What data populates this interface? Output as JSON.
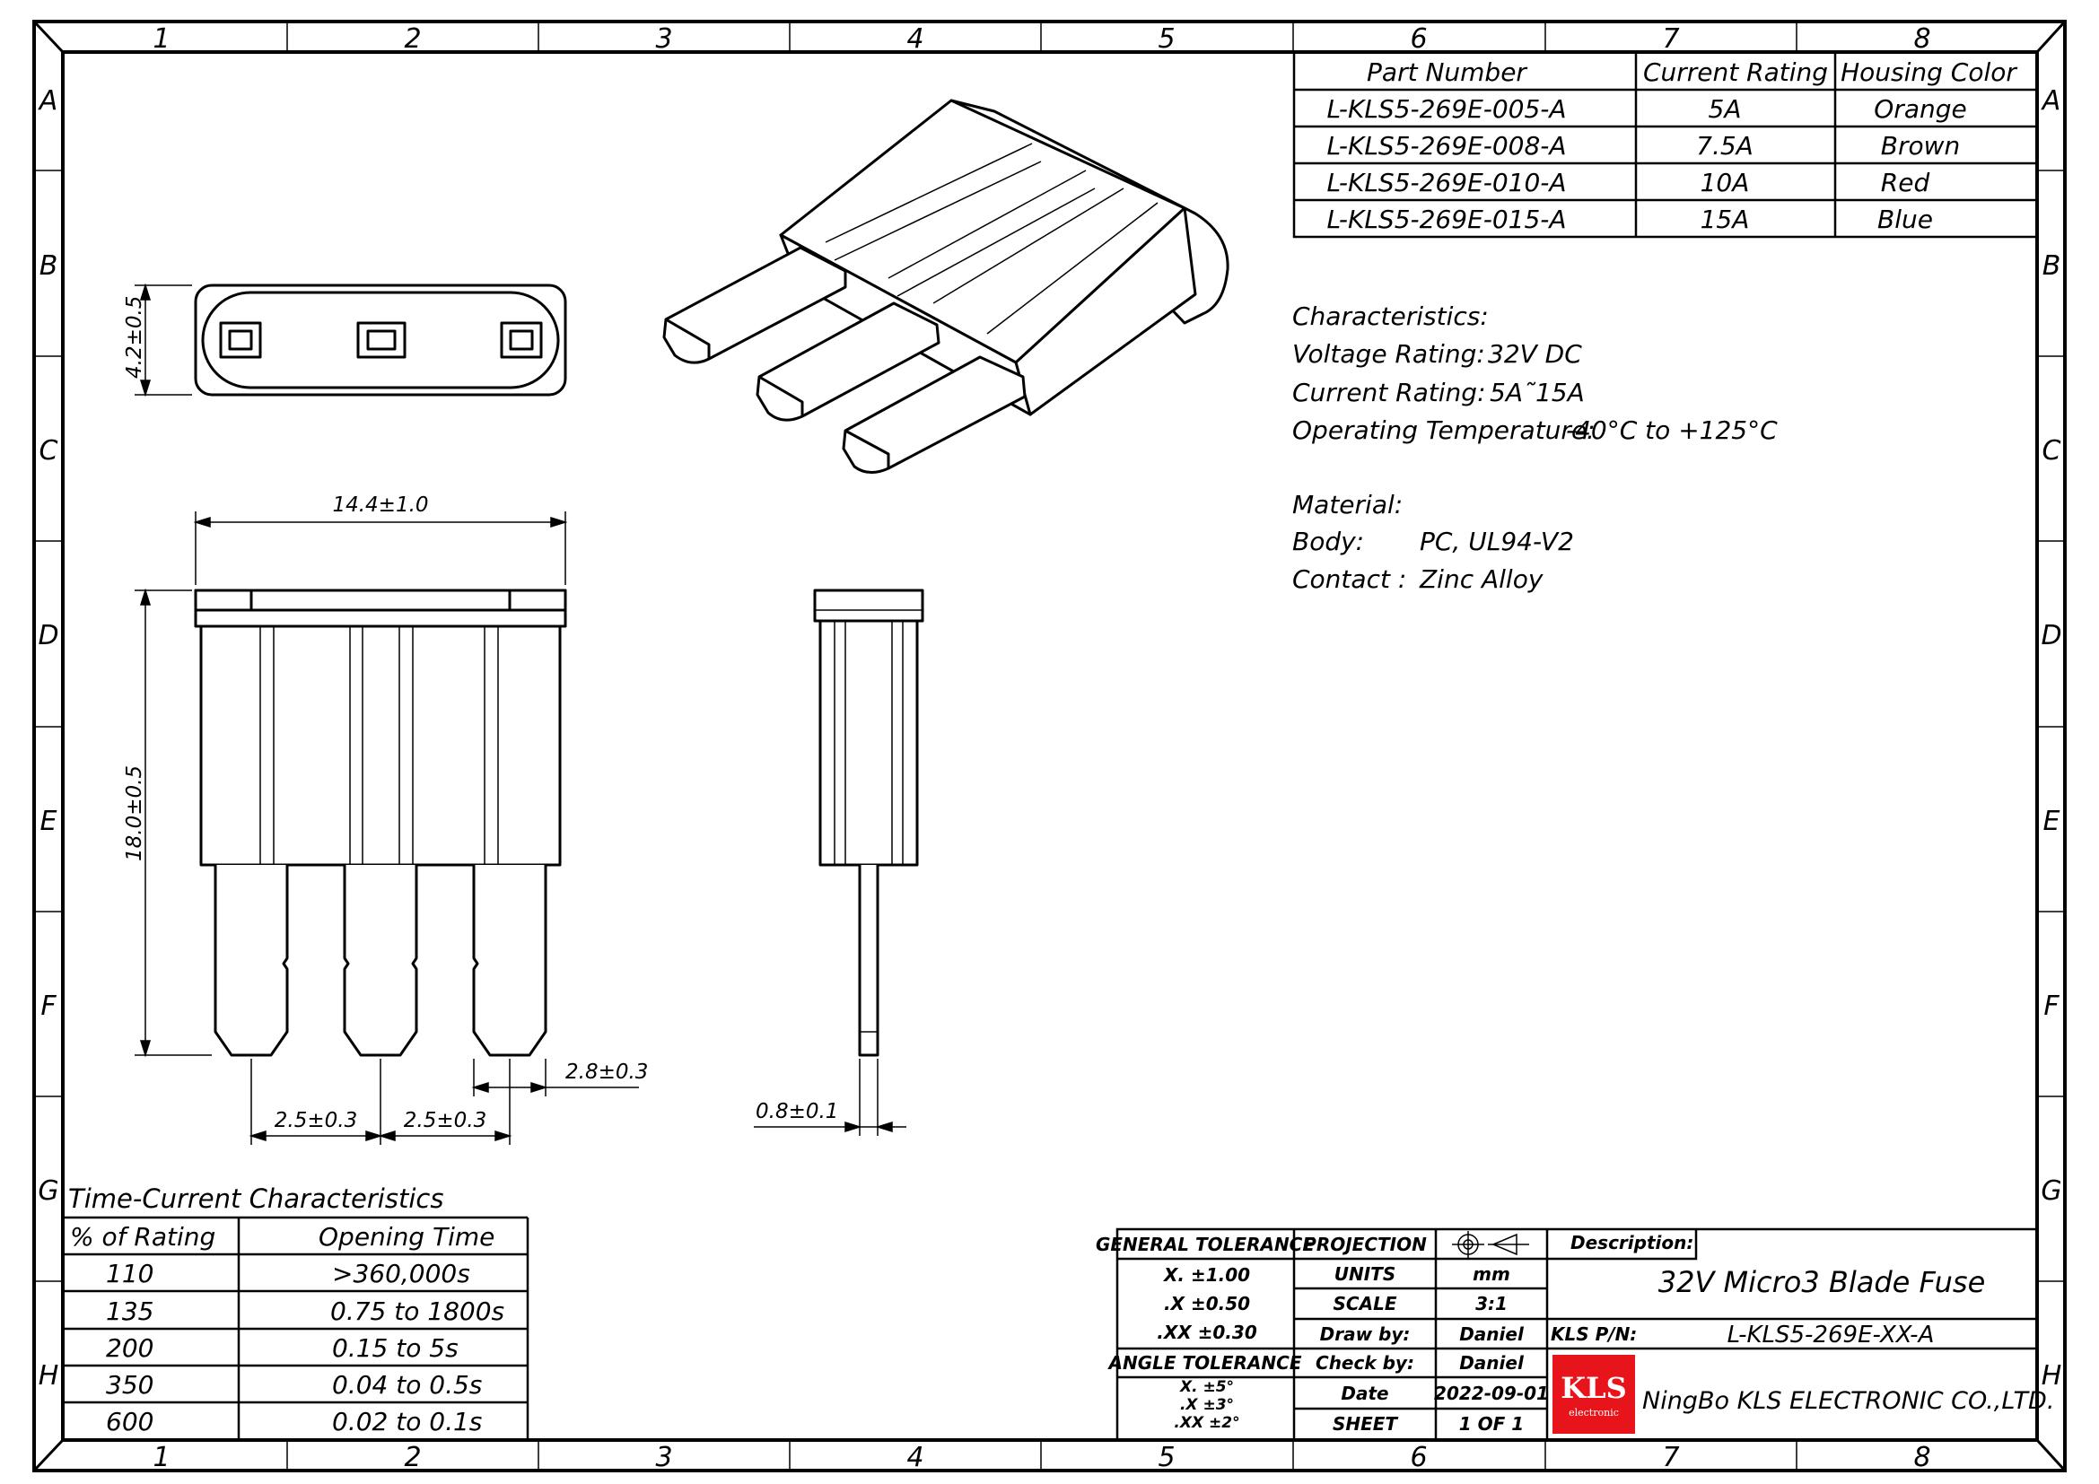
{
  "grid": {
    "columns": [
      "1",
      "2",
      "3",
      "4",
      "5",
      "6",
      "7",
      "8"
    ],
    "rows": [
      "A",
      "B",
      "C",
      "D",
      "E",
      "F",
      "G",
      "H"
    ]
  },
  "parts_table": {
    "headers": [
      "Part Number",
      "Current Rating",
      "Housing Color"
    ],
    "rows": [
      [
        "L-KLS5-269E-005-A",
        "5A",
        "Orange"
      ],
      [
        "L-KLS5-269E-008-A",
        "7.5A",
        "Brown"
      ],
      [
        "L-KLS5-269E-010-A",
        "10A",
        "Red"
      ],
      [
        "L-KLS5-269E-015-A",
        "15A",
        "Blue"
      ]
    ]
  },
  "characteristics": {
    "heading": "Characteristics:",
    "voltage_label": "Voltage Rating:",
    "voltage_value": "32V DC",
    "current_label": "Current Rating:",
    "current_value": "5A˜15A",
    "temp_label": "Operating Temperature:",
    "temp_value": "-40°C to +125°C"
  },
  "material": {
    "heading": "Material:",
    "body_label": "Body:",
    "body_value": "PC, UL94-V2",
    "contact_label": "Contact :",
    "contact_value": "Zinc Alloy"
  },
  "dimensions": {
    "top_height": "4.2±0.5",
    "width": "14.4±1.0",
    "height": "18.0±0.5",
    "pitch_1": "2.5±0.3",
    "pitch_2": "2.5±0.3",
    "blade_width": "2.8±0.3",
    "blade_thickness": "0.8±0.1"
  },
  "time_current": {
    "title": "Time-Current Characteristics",
    "headers": [
      "% of Rating",
      "Opening Time"
    ],
    "rows": [
      [
        "110",
        ">360,000s"
      ],
      [
        "135",
        "0.75  to 1800s"
      ],
      [
        "200",
        "0.15  to  5s"
      ],
      [
        "350",
        "0.04 to 0.5s"
      ],
      [
        "600",
        "0.02 to 0.1s"
      ]
    ]
  },
  "title_block": {
    "general_tolerance": "GENERAL TOLERANCE",
    "tol_x": "X.  ±1.00",
    "tol_x1": ".X  ±0.50",
    "tol_x2": ".XX  ±0.30",
    "angle_tolerance": "ANGLE TOLERANCE",
    "ang_x": "X.  ±5°",
    "ang_x1": ".X  ±3°",
    "ang_x2": ".XX  ±2°",
    "projection_label": "PROJECTION",
    "units_label": "UNITS",
    "units_value": "mm",
    "scale_label": "SCALE",
    "scale_value": "3:1",
    "draw_label": "Draw by:",
    "draw_value": "Daniel",
    "check_label": "Check by:",
    "check_value": "Daniel",
    "date_label": "Date",
    "date_value": "2022-09-01",
    "sheet_label": "SHEET",
    "sheet_value": "1  OF  1",
    "description_label": "Description:",
    "description_value": "32V Micro3 Blade Fuse",
    "pn_label": "KLS P/N:",
    "pn_value": "L-KLS5-269E-XX-A",
    "company": "NingBo KLS ELECTRONIC CO.,LTD.",
    "logo_text": "KLS",
    "logo_sub": "electronic",
    "logo_color": "#e8141b"
  }
}
